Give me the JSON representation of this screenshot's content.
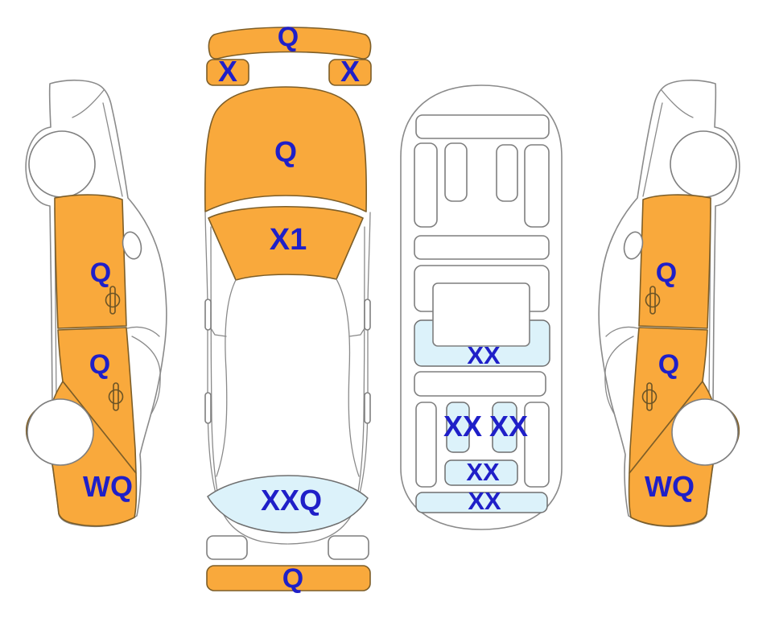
{
  "diagram": {
    "title": "Vehicle inspection damage diagram",
    "colors": {
      "marked_panel_fill": "#F9A93C",
      "marked_panel_border": "#7D5E28",
      "marked_area_fill": "#DCF2FA",
      "label_text": "#1F1FC8",
      "body_outline": "#8A8A8A",
      "background": "#FFFFFF"
    },
    "views": {
      "left_side": {
        "title": "left side view",
        "front_door": "Q",
        "rear_door": "Q",
        "rear_quarter": "WQ"
      },
      "top": {
        "title": "top view",
        "front_bumper": "Q",
        "headlight_left": "X",
        "headlight_right": "X",
        "hood": "Q",
        "windshield": "X1",
        "rear_window": "XXQ",
        "rear_bumper": "Q"
      },
      "interior": {
        "title": "interior view",
        "rear_seat": "XX",
        "rear_seatback_left": "XX",
        "rear_seatback_right": "XX",
        "rear_armrest": "XX",
        "rear_shelf": "XX"
      },
      "right_side": {
        "title": "right side view",
        "front_door": "Q",
        "rear_door": "Q",
        "rear_quarter": "WQ"
      }
    }
  }
}
